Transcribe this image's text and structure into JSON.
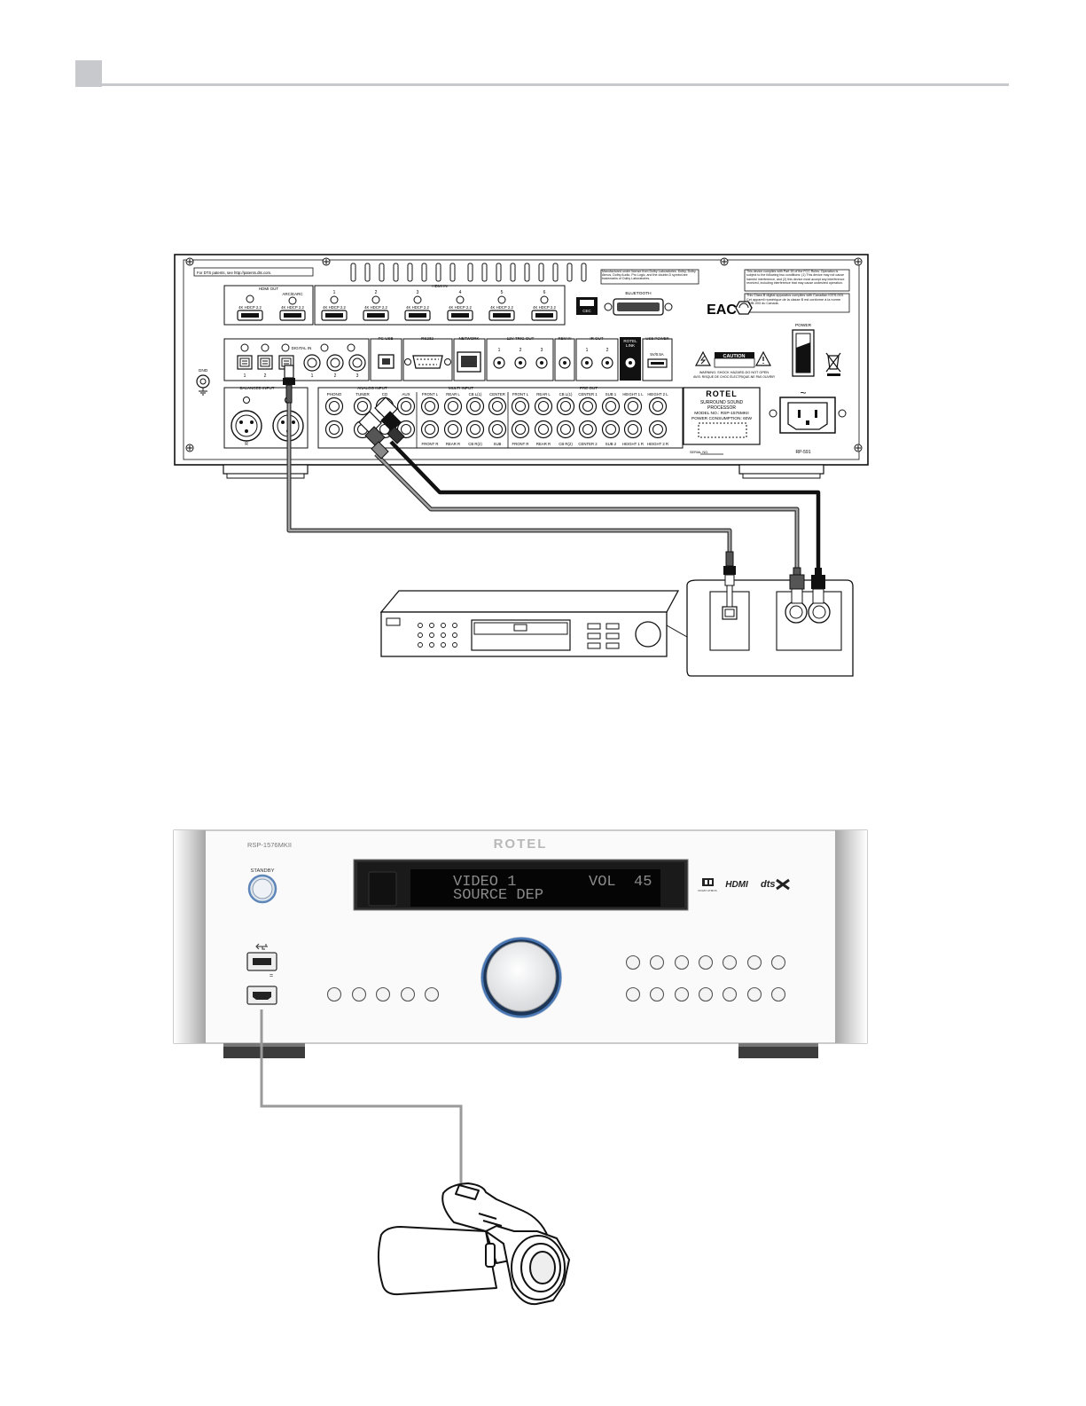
{
  "rear_panel": {
    "dts_notice": "For DTS patents, see http://patents.dts.com.",
    "hdmi_out": {
      "title": "HDMI OUT",
      "arc": "ARC/EARC",
      "port_label": "4K HDCP 2.2"
    },
    "hdmi_in": {
      "title": "HDMI IN",
      "numbers": [
        "1",
        "2",
        "3",
        "4",
        "5",
        "6"
      ],
      "port_label": "4K HDCP 2.2"
    },
    "hdmi_cec_badge": "CEC",
    "bluetooth": "BLUETOOTH",
    "dolby_notice": "Manufactured under license from Dolby Laboratories. Dolby, Dolby Atmos, Dolby Audio, Pro Logic, and the double-D symbol are trademarks of Dolby Laboratories.",
    "fcc_notice": "This device complies with Part 15 of the FCC Rules. Operation is subject to the following two conditions: (1) This device may not cause harmful interference, and (2) this device must accept any interference received, including interference that may cause undesired operation.",
    "canada_notice": "This Class B digital apparatus complies with Canadian ICES-003. Cet appareil numérique de la classe B est conforme à la norme NMB-003 du Canada.",
    "eac_mark": "EAC",
    "digital_in": {
      "title": "DIGITAL IN",
      "optical_numbers": [
        "1",
        "2",
        "3"
      ],
      "coax_numbers": [
        "1",
        "2",
        "3"
      ]
    },
    "pc_usb": "PC-USB",
    "rs232": "RS232",
    "network": "NETWORK",
    "trig_out": {
      "title": "12V TRIG OUT",
      "numbers": [
        "1",
        "2",
        "3"
      ]
    },
    "rem_in": "REM IN",
    "ir_out": {
      "title": "IR OUT",
      "numbers": [
        "1",
        "2"
      ]
    },
    "rotel_link": "ROTEL LINK",
    "usb_power": {
      "title": "USB POWER",
      "rating": "5V/0.5A"
    },
    "power": "POWER",
    "gnd": "GND",
    "caution": {
      "title": "CAUTION",
      "warning": "WARNING: SHOCK HAZARD-DO NOT OPEN",
      "french": "AVIS: RISQUE DE CHOC ÉLECTRIQUE-NE PAS OUVRIR"
    },
    "balanced_input": {
      "title": "BALANCED INPUT",
      "right": "R",
      "left": "L"
    },
    "analog_input": {
      "title": "ANALOG INPUT",
      "labels": [
        "PHONO",
        "TUNER",
        "CD",
        "AUX"
      ]
    },
    "multi_input": {
      "title": "MULTI INPUT",
      "top_labels": [
        "FRONT L",
        "REAR L",
        "CB L(1)",
        "CENTER"
      ],
      "bottom_labels": [
        "FRONT R",
        "REAR R",
        "CB R(2)",
        "SUB"
      ]
    },
    "pre_out": {
      "title": "PRE OUT",
      "top_labels": [
        "FRONT L",
        "REAR L",
        "CB L(1)",
        "CENTER 1",
        "SUB 1",
        "HEIGHT 1 L",
        "HEIGHT 2 L"
      ],
      "bottom_labels": [
        "FRONT R",
        "REAR R",
        "CB R(2)",
        "CENTER 2",
        "SUB 2",
        "HEIGHT 1 R",
        "HEIGHT 2 R"
      ]
    },
    "side_lr": [
      "L",
      "R"
    ],
    "rating_plate": {
      "brand": "ROTEL",
      "line1": "SURROUND SOUND",
      "line2": "PROCESSOR",
      "model": "MODEL NO.: RSP-1576MKII",
      "power": "POWER CONSUMPTION: 60W"
    },
    "serial_label": "SERIAL NO.",
    "rp_code": "RP-591",
    "ac_symbol": "~"
  },
  "front_panel": {
    "model": "RSP-1576MKII",
    "brand": "ROTEL",
    "standby": "STANDBY",
    "display_line1": "VIDEO 1        VOL  45",
    "display_line2": "SOURCE DEP",
    "logo_dolby": "DOLBY ATMOS",
    "logo_hdmi": "HDMI",
    "logo_dts": "dts",
    "usb_equals": "="
  }
}
